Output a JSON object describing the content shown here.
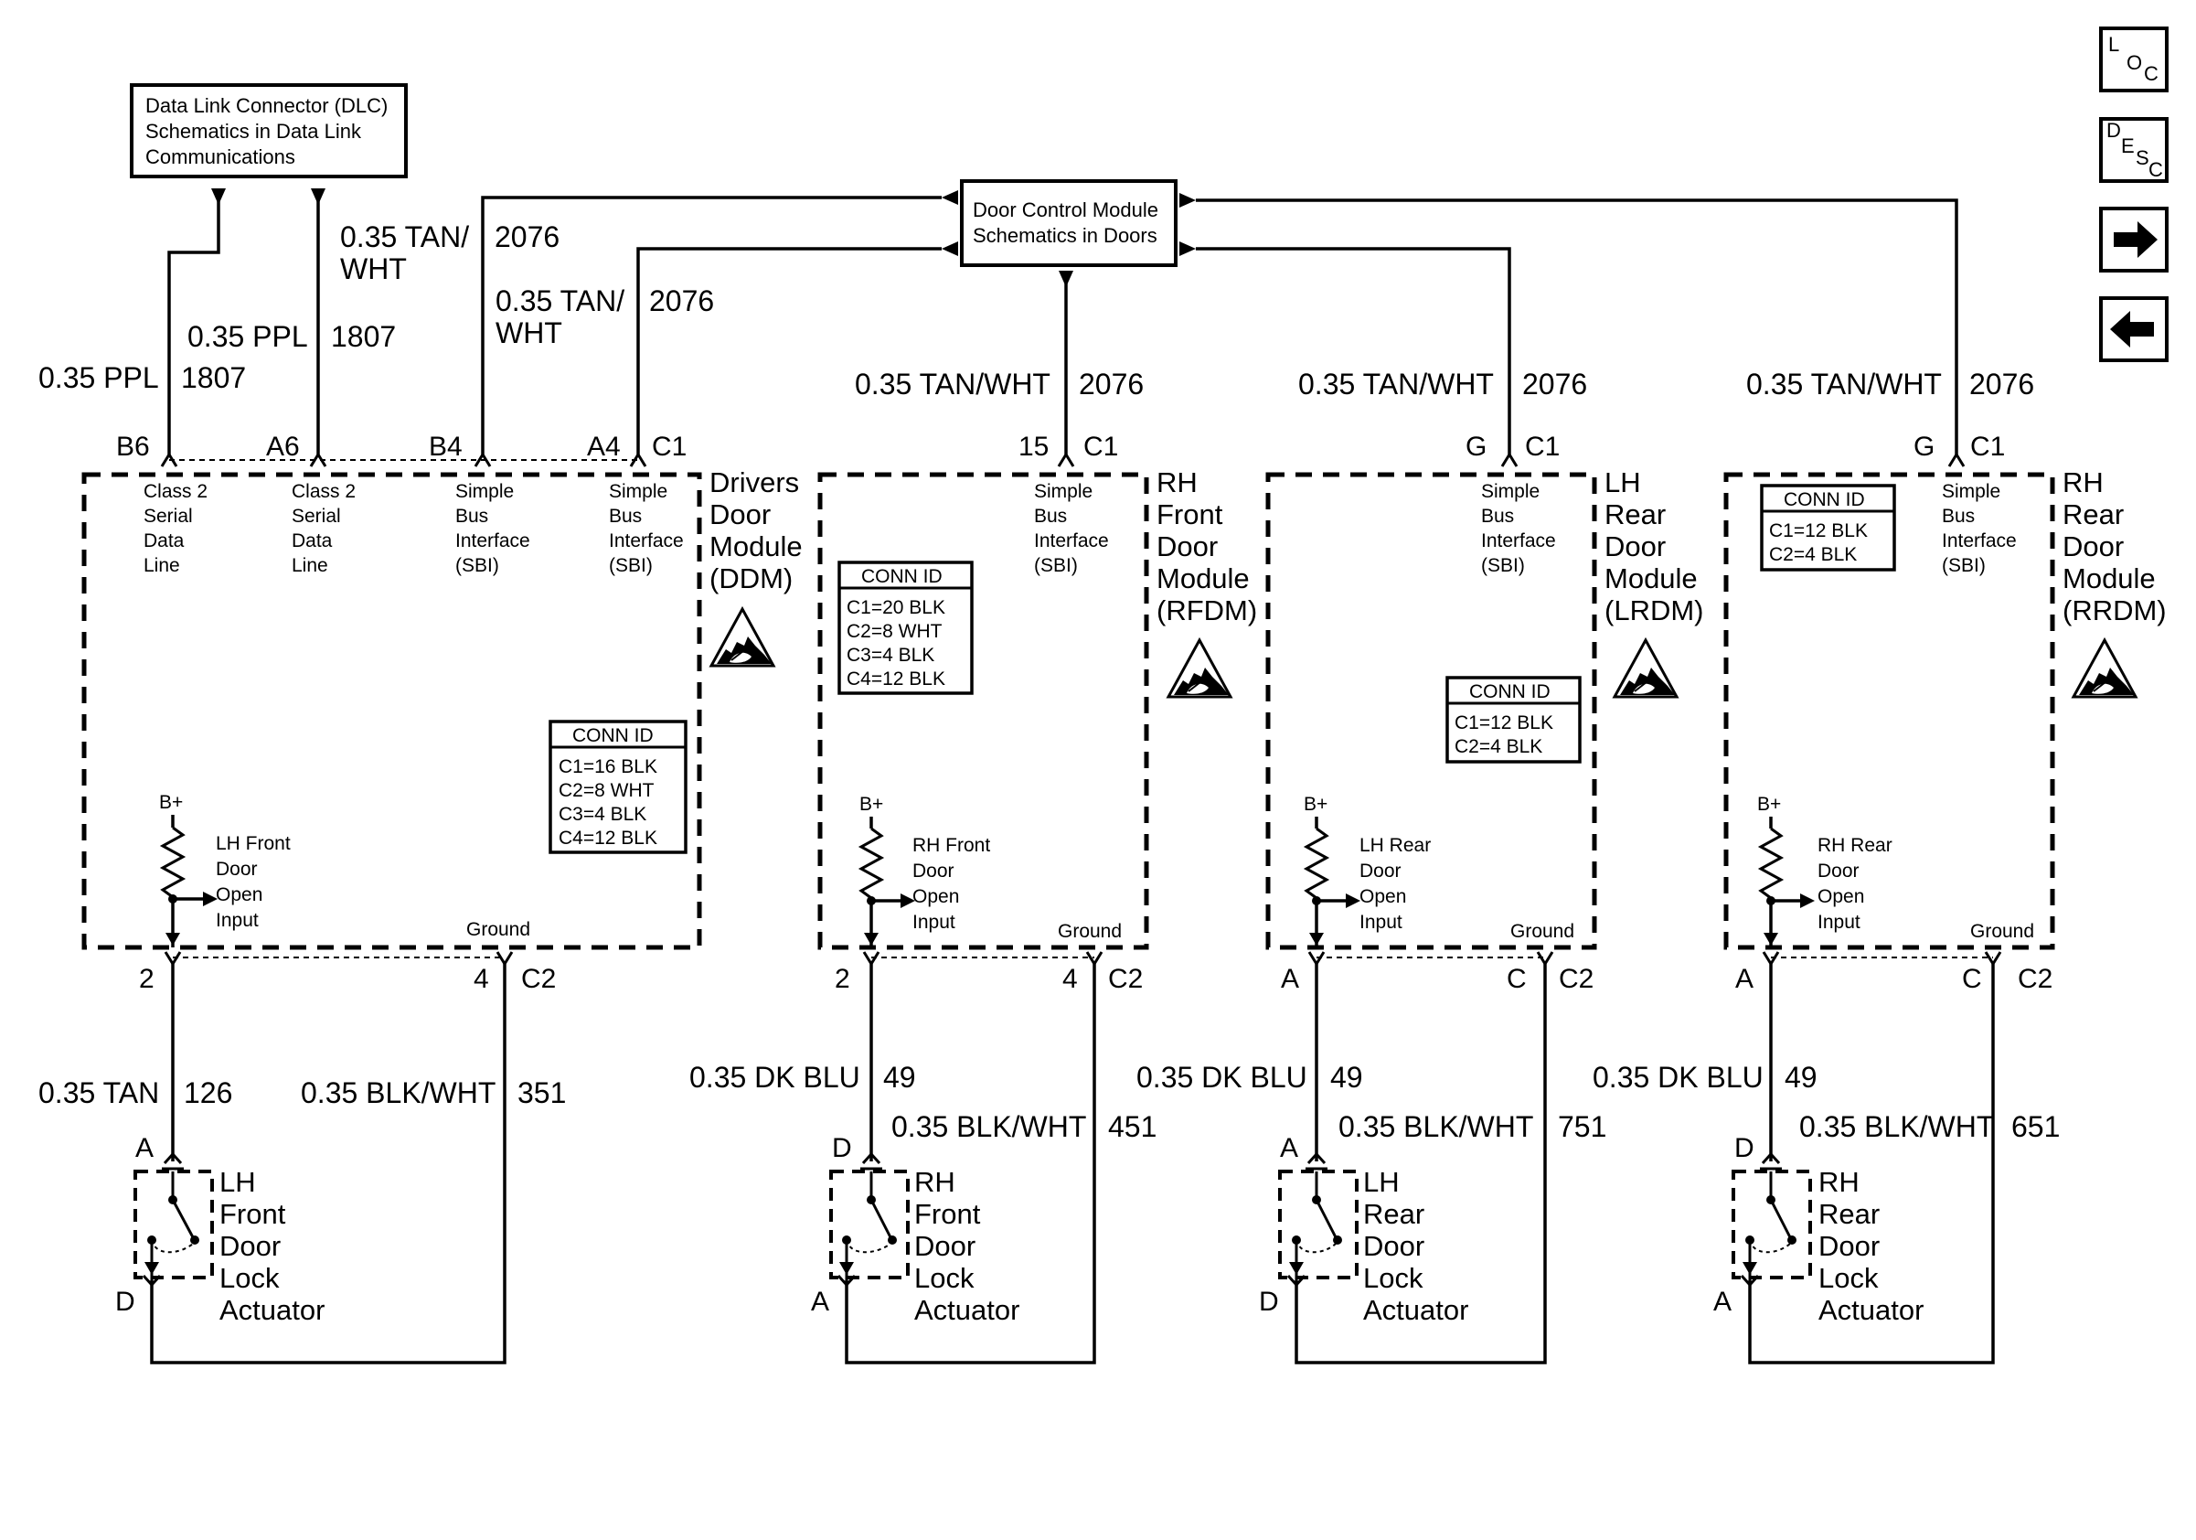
{
  "refs": {
    "dlc": [
      "Data Link Connector (DLC)",
      "Schematics in Data Link",
      "Communications"
    ],
    "dcm": [
      "Door Control Module",
      "Schematics in Doors"
    ]
  },
  "nav": {
    "loc": [
      "L",
      "O",
      "C"
    ],
    "desc": [
      "D",
      "E",
      "S",
      "C"
    ],
    "next_icon": "arrow-right-icon",
    "prev_icon": "arrow-left-icon"
  },
  "wires": {
    "ppl_b6": {
      "gauge": "0.35 PPL",
      "circuit": "1807"
    },
    "ppl_a6": {
      "gauge": "0.35 PPL",
      "circuit": "1807"
    },
    "tan_b4": {
      "gauge": [
        "0.35 TAN/",
        "WHT"
      ],
      "circuit": "2076"
    },
    "tan_a4": {
      "gauge": [
        "0.35 TAN/",
        "WHT"
      ],
      "circuit": "2076"
    },
    "tan_rf": {
      "gauge": "0.35 TAN/WHT",
      "circuit": "2076"
    },
    "tan_lr": {
      "gauge": "0.35 TAN/WHT",
      "circuit": "2076"
    },
    "tan_rr": {
      "gauge": "0.35 TAN/WHT",
      "circuit": "2076"
    }
  },
  "modules": [
    {
      "name": [
        "Drivers",
        "Door",
        "Module",
        "(DDM)"
      ],
      "top_pins": [
        {
          "pin": "B6",
          "desc": [
            "Class 2",
            "Serial",
            "Data",
            "Line"
          ]
        },
        {
          "pin": "A6",
          "desc": [
            "Class 2",
            "Serial",
            "Data",
            "Line"
          ]
        },
        {
          "pin": "B4",
          "desc": [
            "Simple",
            "Bus",
            "Interface",
            "(SBI)"
          ]
        },
        {
          "pin": "A4",
          "desc": [
            "Simple",
            "Bus",
            "Interface",
            "(SBI)"
          ]
        }
      ],
      "top_conn": "C1",
      "conn_id": {
        "title": "CONN ID",
        "lines": [
          "C1=16 BLK",
          "C2=8 WHT",
          "C3=4 BLK",
          "C4=12 BLK"
        ]
      },
      "input": {
        "supply": "B+",
        "label": [
          "LH Front",
          "Door",
          "Open",
          "Input"
        ]
      },
      "ground": "Ground",
      "bottom": {
        "pin_a": "2",
        "pin_b": "4",
        "conn": "C2"
      },
      "wire_a": {
        "gauge": "0.35 TAN",
        "circuit": "126"
      },
      "wire_b": {
        "gauge": "0.35 BLK/WHT",
        "circuit": "351"
      },
      "actuator": {
        "top_pin": "A",
        "bottom_pin": "D",
        "label": [
          "LH",
          "Front",
          "Door",
          "Lock",
          "Actuator"
        ]
      }
    },
    {
      "name": [
        "RH",
        "Front",
        "Door",
        "Module",
        "(RFDM)"
      ],
      "top_pins": [
        {
          "pin": "15",
          "desc": [
            "Simple",
            "Bus",
            "Interface",
            "(SBI)"
          ]
        }
      ],
      "top_conn": "C1",
      "conn_id": {
        "title": "CONN ID",
        "lines": [
          "C1=20 BLK",
          "C2=8 WHT",
          "C3=4 BLK",
          "C4=12 BLK"
        ]
      },
      "input": {
        "supply": "B+",
        "label": [
          "RH Front",
          "Door",
          "Open",
          "Input"
        ]
      },
      "ground": "Ground",
      "bottom": {
        "pin_a": "2",
        "pin_b": "4",
        "conn": "C2"
      },
      "wire_a": {
        "gauge": "0.35 DK BLU",
        "circuit": "49"
      },
      "wire_b": {
        "gauge": "0.35 BLK/WHT",
        "circuit": "451"
      },
      "actuator": {
        "top_pin": "D",
        "bottom_pin": "A",
        "label": [
          "RH",
          "Front",
          "Door",
          "Lock",
          "Actuator"
        ]
      }
    },
    {
      "name": [
        "LH",
        "Rear",
        "Door",
        "Module",
        "(LRDM)"
      ],
      "top_pins": [
        {
          "pin": "G",
          "desc": [
            "Simple",
            "Bus",
            "Interface",
            "(SBI)"
          ]
        }
      ],
      "top_conn": "C1",
      "conn_id": {
        "title": "CONN ID",
        "lines": [
          "C1=12 BLK",
          "C2=4 BLK"
        ]
      },
      "input": {
        "supply": "B+",
        "label": [
          "LH Rear",
          "Door",
          "Open",
          "Input"
        ]
      },
      "ground": "Ground",
      "bottom": {
        "pin_a": "A",
        "pin_b": "C",
        "conn": "C2"
      },
      "wire_a": {
        "gauge": "0.35 DK BLU",
        "circuit": "49"
      },
      "wire_b": {
        "gauge": "0.35 BLK/WHT",
        "circuit": "751"
      },
      "actuator": {
        "top_pin": "A",
        "bottom_pin": "D",
        "label": [
          "LH",
          "Rear",
          "Door",
          "Lock",
          "Actuator"
        ]
      }
    },
    {
      "name": [
        "RH",
        "Rear",
        "Door",
        "Module",
        "(RRDM)"
      ],
      "top_pins": [
        {
          "pin": "G",
          "desc": [
            "Simple",
            "Bus",
            "Interface",
            "(SBI)"
          ]
        }
      ],
      "top_conn": "C1",
      "conn_id": {
        "title": "CONN ID",
        "lines": [
          "C1=12 BLK",
          "C2=4 BLK"
        ]
      },
      "input": {
        "supply": "B+",
        "label": [
          "RH Rear",
          "Door",
          "Open",
          "Input"
        ]
      },
      "ground": "Ground",
      "bottom": {
        "pin_a": "A",
        "pin_b": "C",
        "conn": "C2"
      },
      "wire_a": {
        "gauge": "0.35 DK BLU",
        "circuit": "49"
      },
      "wire_b": {
        "gauge": "0.35 BLK/WHT",
        "circuit": "651"
      },
      "actuator": {
        "top_pin": "D",
        "bottom_pin": "A",
        "label": [
          "RH",
          "Rear",
          "Door",
          "Lock",
          "Actuator"
        ]
      }
    }
  ]
}
